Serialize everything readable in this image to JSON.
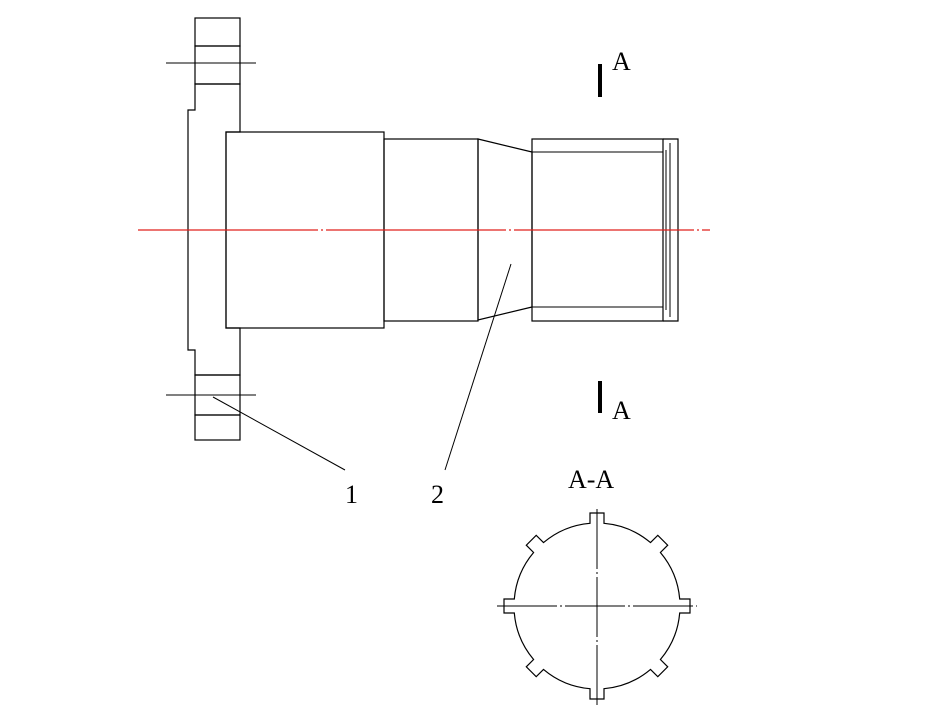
{
  "section_marks": {
    "top_letter": "A",
    "bottom_letter": "A"
  },
  "section_view_title": "A-A",
  "callouts": [
    {
      "id": "1",
      "label": "1"
    },
    {
      "id": "2",
      "label": "2"
    }
  ],
  "colors": {
    "centerline": "#e0201c",
    "line": "#000000",
    "background": "#ffffff"
  }
}
